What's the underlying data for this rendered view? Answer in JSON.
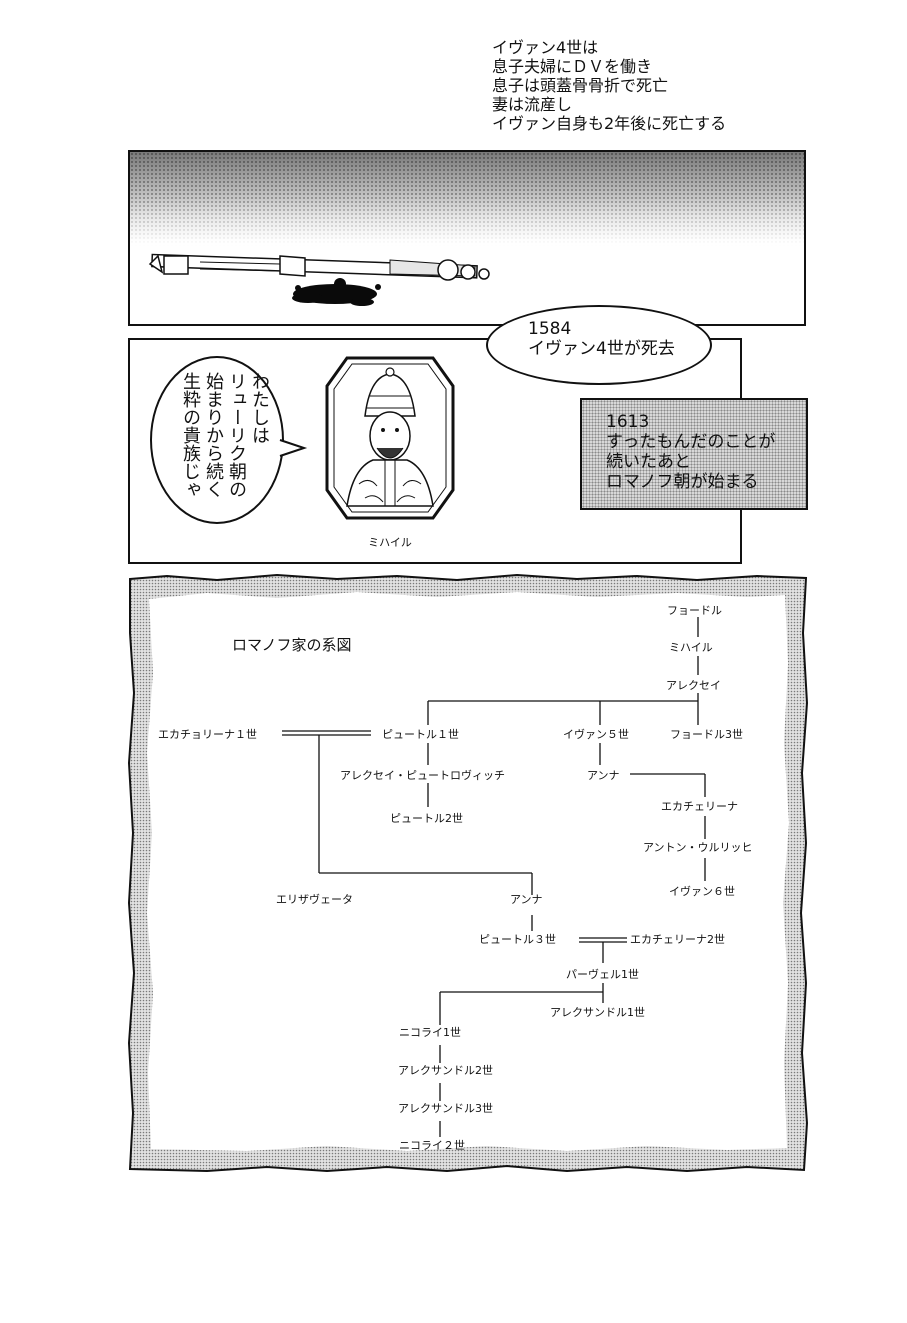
{
  "panel1": {
    "narration": [
      "イヴァン4世は",
      "息子夫婦にＤＶを働き",
      "息子は頭蓋骨骨折で死亡",
      "妻は流産し",
      "イヴァン自身も2年後に死亡する"
    ]
  },
  "date_bubble": {
    "lines": [
      "1584",
      "イヴァン4世が死去"
    ]
  },
  "panel2": {
    "speech": [
      "わたしは",
      "リューリク朝の",
      "始まりから続く",
      "生粋の貴族じゃ"
    ],
    "portrait_caption": "ミハイル",
    "narration": [
      "1613",
      "すったもんだのことが",
      "続いたあと",
      "ロマノフ朝が始まる"
    ]
  },
  "family_tree": {
    "title": "ロマノフ家の系図",
    "names": {
      "fyodor": "フョードル",
      "mikhail": "ミハイル",
      "alexei": "アレクセイ",
      "peter1": "ピュートル１世",
      "ivan5": "イヴァン５世",
      "fyodor3": "フョードル3世",
      "catherine1": "エカチョリーナ１世",
      "alexei_petrovich": "アレクセイ・ピュートロヴィッチ",
      "anna_ivanovna": "アンナ",
      "peter2": "ピュートル2世",
      "catherine_ivanovna": "エカチェリーナ",
      "anton_ulrich": "アントン・ウルリッヒ",
      "ivan6": "イヴァン６世",
      "elizabeth": "エリザヴェータ",
      "anna_petrovna": "アンナ",
      "peter3": "ピュートル３世",
      "catherine2": "エカチェリーナ2世",
      "paul1": "パーヴェル1世",
      "alexander1": "アレクサンドル1世",
      "nicholas1": "ニコライ1世",
      "alexander2": "アレクサンドル2世",
      "alexander3": "アレクサンドル3世",
      "nicholas2": "ニコライ２世"
    }
  }
}
